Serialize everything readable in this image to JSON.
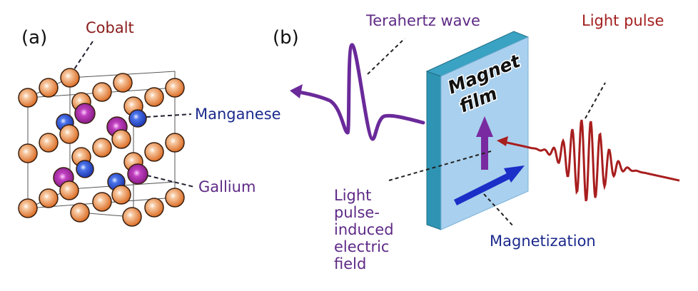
{
  "panel_a": {
    "label": "(a)",
    "labels": {
      "cobalt": "Cobalt",
      "manganese": "Manganese",
      "gallium": "Gallium"
    }
  },
  "panel_b": {
    "label": "(b)",
    "terahertz": "Terahertz wave",
    "light_pulse": "Light pulse",
    "film_line1": "Magnet",
    "film_line2": "film",
    "magnetization": "Magnetization",
    "efield": "Light pulse-induced electric field"
  },
  "colors": {
    "cobalt": "#e07a32",
    "manganese": "#2346c8",
    "gallium": "#9a1f9a",
    "cobalt_text": "#8a1c1c",
    "manganese_text": "#1c2a8c",
    "gallium_text": "#5e2a86",
    "film_front": "#a9d0ee",
    "film_side": "#2f94b4"
  }
}
